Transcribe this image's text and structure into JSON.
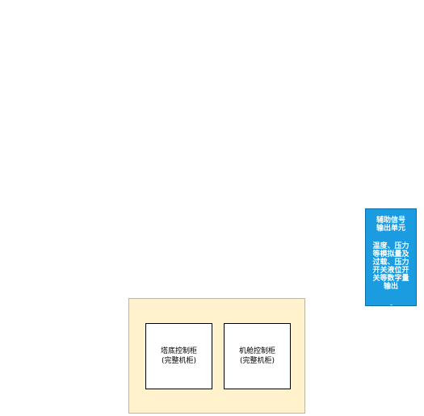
{
  "aux_unit": {
    "title_line1": "辅助信号",
    "title_line2": "输出单元",
    "desc_line1": "温度、压力",
    "desc_line2": "等模拟量及",
    "desc_line3": "过载、压力",
    "desc_line4": "开关液位开",
    "desc_line5": "关等数字量",
    "desc_line6": "输出"
  },
  "cabinets": {
    "tower_name": "塔底控制柜",
    "tower_note": "(完整机柜)",
    "nacelle_name": "机舱控制柜",
    "nacelle_note": "(完整机柜)"
  },
  "colors": {
    "group_fill": "#fff2cc",
    "group_stroke": "#d6b656",
    "aux_fill": "#1b9be0"
  }
}
